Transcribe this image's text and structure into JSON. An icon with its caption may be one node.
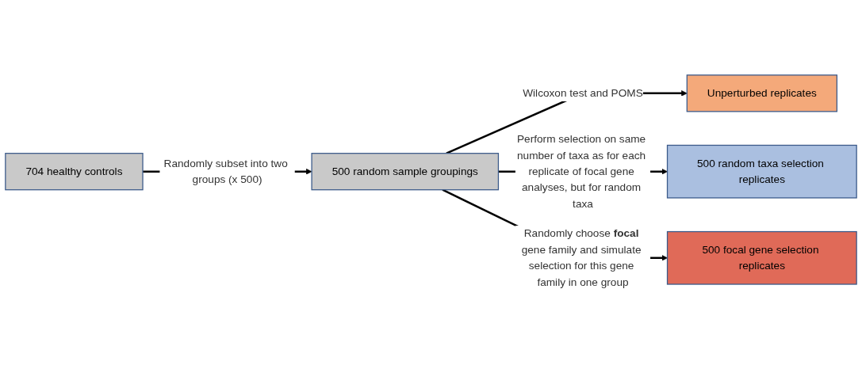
{
  "diagram": {
    "nodes": [
      {
        "text": [
          "704 healthy controls"
        ]
      },
      {
        "text": [
          "500 random sample groupings"
        ]
      },
      {
        "text": [
          "Unperturbed replicates"
        ]
      },
      {
        "text": [
          "500 random taxa selection replicates"
        ]
      },
      {
        "text": [
          "500 focal gene selection replicates"
        ]
      }
    ],
    "edges": [
      {
        "from": 0,
        "to": 1,
        "arrow": "to",
        "label": "Randomly subset into two groups (x 500)"
      },
      {
        "from": 1,
        "to": 2,
        "arrow": "to",
        "label": "Wilcoxon test and POMS"
      },
      {
        "from": 1,
        "to": 3,
        "arrow": "to",
        "label": "Perform selection on same number of taxa as for each replicate of focal gene analyses, but for random taxa"
      },
      {
        "from": 1,
        "to": 4,
        "arrow": "to",
        "label": "Randomly choose **focal** gene family and simulate selection for this gene family in one group"
      }
    ]
  }
}
